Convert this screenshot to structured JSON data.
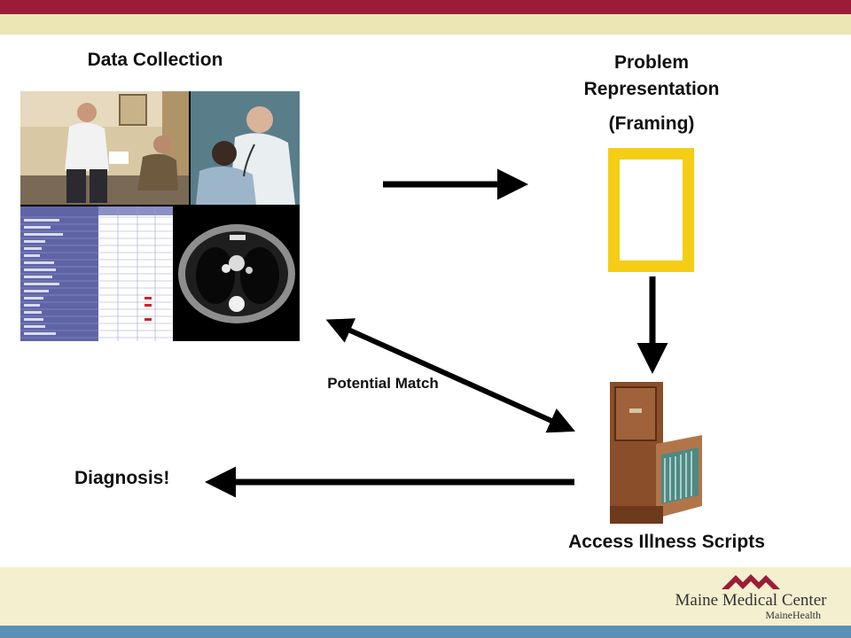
{
  "labels": {
    "data_collection": "Data Collection",
    "problem_representation": "Problem Representation",
    "framing": "(Framing)",
    "potential_match": "Potential Match",
    "diagnosis": "Diagnosis!",
    "access_illness_scripts": "Access Illness Scripts"
  },
  "logo": {
    "name": "Maine Medical Center",
    "sub": "MaineHealth"
  },
  "colors": {
    "top_band": "#9b1c35",
    "cream_band": "#ece5b4",
    "bottom_band": "#f3efcf",
    "blue_band": "#5a90b6",
    "frame": "#f5cd14",
    "arrow": "#000000"
  }
}
